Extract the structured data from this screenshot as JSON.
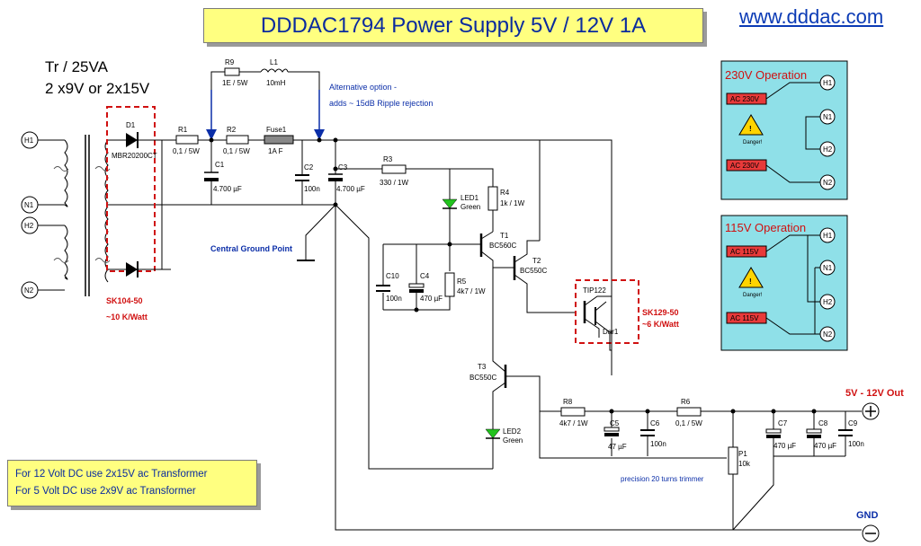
{
  "title": "DDDAC1794 Power Supply 5V / 12V 1A",
  "website": "www.dddac.com",
  "transformer": {
    "line1": "Tr / 25VA",
    "line2": "2 x9V  or  2x15V"
  },
  "notes": [
    "For 12 Volt DC use 2x15V ac Transformer",
    "For 5 Volt DC use 2x9V ac Transformer"
  ],
  "terminals": {
    "h1": "H1",
    "n1": "N1",
    "h2": "H2",
    "n2": "N2"
  },
  "components": {
    "r9": "R9",
    "r9v": "1E / 5W",
    "l1": "L1",
    "l1v": "10mH",
    "r1": "R1",
    "r1v": "0,1 / 5W",
    "r2": "R2",
    "r2v": "0,1 / 5W",
    "fuse1": "Fuse1",
    "fuse1v": "1A F",
    "d1": "D1",
    "d1v": "MBR20200CT",
    "c1": "C1",
    "c1v": "4.700 µF",
    "c2": "C2",
    "c2v": "100n",
    "c3": "C3",
    "c3v": "4.700 µF",
    "r3": "R3",
    "r3v": "330 / 1W",
    "led1": "LED1",
    "led1v": "Green",
    "r4": "R4",
    "r4v": "1k / 1W",
    "t1": "T1",
    "t1v": "BC560C",
    "t2": "T2",
    "t2v": "BC550C",
    "c10": "C10",
    "c10v": "100n",
    "c4": "C4",
    "c4v": "470 µF",
    "r5": "R5",
    "r5v": "4k7 / 1W",
    "tip": "TIP122",
    "dar": "Dar1",
    "t3": "T3",
    "t3v": "BC550C",
    "led2": "LED2",
    "led2v": "Green",
    "r8": "R8",
    "r8v": "4k7 / 1W",
    "c5": "C5",
    "c5v": "47 µF",
    "c6": "C6",
    "c6v": "100n",
    "r6": "R6",
    "r6v": "0,1 / 5W",
    "p1": "P1",
    "p1v": "10k",
    "c7": "C7",
    "c7v": "470 µF",
    "c8": "C8",
    "c8v": "470 µF",
    "c9": "C9",
    "c9v": "100n"
  },
  "annotations": {
    "alt1": "Alternative option -",
    "alt2": "adds ~ 15dB Ripple rejection",
    "ground": "Central Ground Point",
    "sk104": "SK104-50",
    "sk104b": "~10 K/Watt",
    "sk129": "SK129-50",
    "sk129b": "~6 K/Watt",
    "out": "5V - 12V Out",
    "gnd": "GND",
    "trimmer": "precision 20 turns trimmer"
  },
  "op230": {
    "title": "230V Operation",
    "ac1": "AC 230V",
    "ac2": "AC 230V",
    "danger": "Danger!"
  },
  "op115": {
    "title": "115V Operation",
    "ac1": "AC 115V",
    "ac2": "AC 115V",
    "danger": "Danger!"
  },
  "colors": {
    "title_bg": "#ffff80",
    "text_blue": "#0b2ea8",
    "red": "#d01010",
    "panel": "#8fe0e8",
    "led": "#22c31e",
    "ac_box": "#e83a3a"
  }
}
